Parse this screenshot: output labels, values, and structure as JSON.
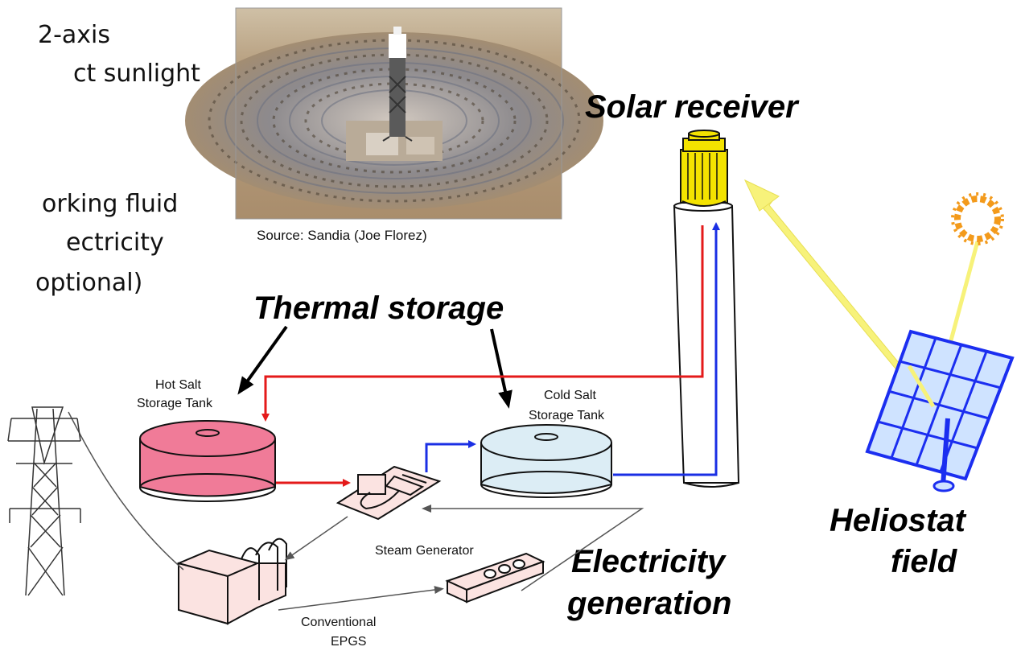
{
  "bullets": {
    "line1": "2-axis",
    "line2": "ct sunlight",
    "line3": "orking fluid",
    "line4": "ectricity",
    "line5": "optional)"
  },
  "photo": {
    "caption": "Source: Sandia (Joe Florez)"
  },
  "labels": {
    "solar_receiver": "Solar receiver",
    "thermal_storage": "Thermal storage",
    "heliostat_line1": "Heliostat",
    "heliostat_line2": "field",
    "electricity_line1": "Electricity",
    "electricity_line2": "generation"
  },
  "components": {
    "hot_tank_line1": "Hot Salt",
    "hot_tank_line2": "Storage Tank",
    "cold_tank_line1": "Cold Salt",
    "cold_tank_line2": "Storage Tank",
    "steam_generator": "Steam Generator",
    "epgs_line1": "Conventional",
    "epgs_line2": "EPGS"
  },
  "colors": {
    "hot_salt": "#f07b98",
    "cold_salt": "#dcedf5",
    "hot_pipe": "#e41a1a",
    "cold_pipe": "#1a2fe4",
    "receiver": "#f4e300",
    "sun": "#f39a1b",
    "sunbeam": "#f7f27a",
    "heliostat_panel": "#cfe3ff",
    "heliostat_grid": "#1b2ef0",
    "equipment": "#fbe3e1"
  },
  "icons": {
    "sun": "sun-icon",
    "tower": "transmission-tower-icon"
  }
}
